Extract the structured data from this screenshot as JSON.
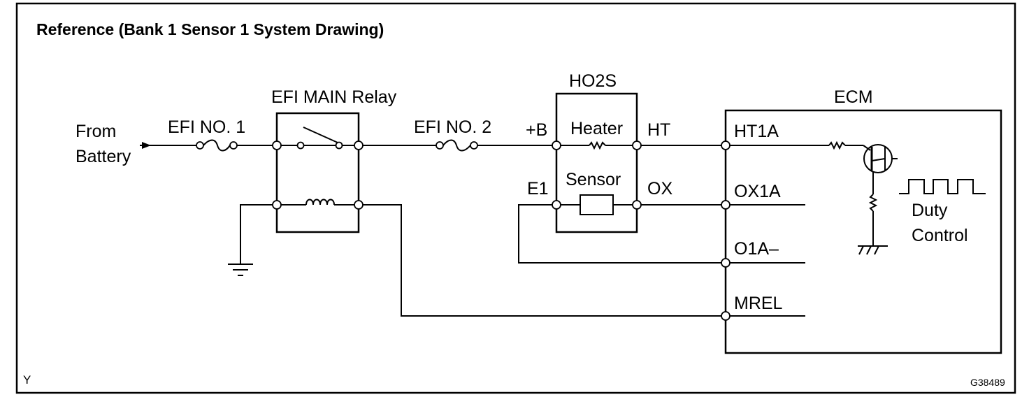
{
  "title": "Reference (Bank 1 Sensor 1 System Drawing)",
  "labels": {
    "from_battery_line1": "From",
    "from_battery_line2": "Battery",
    "efi_no1": "EFI NO. 1",
    "efi_main_relay": "EFI MAIN Relay",
    "efi_no2": "EFI NO. 2",
    "ho2s": "HO2S",
    "plus_b": "+B",
    "heater": "Heater",
    "ht": "HT",
    "e1": "E1",
    "sensor": "Sensor",
    "ox": "OX",
    "ecm": "ECM",
    "ht1a": "HT1A",
    "ox1a": "OX1A",
    "o1a_minus": "O1A–",
    "mrel": "MREL",
    "duty_line1": "Duty",
    "duty_line2": "Control"
  },
  "corner_marks": {
    "left": "Y",
    "right": "G38489"
  }
}
